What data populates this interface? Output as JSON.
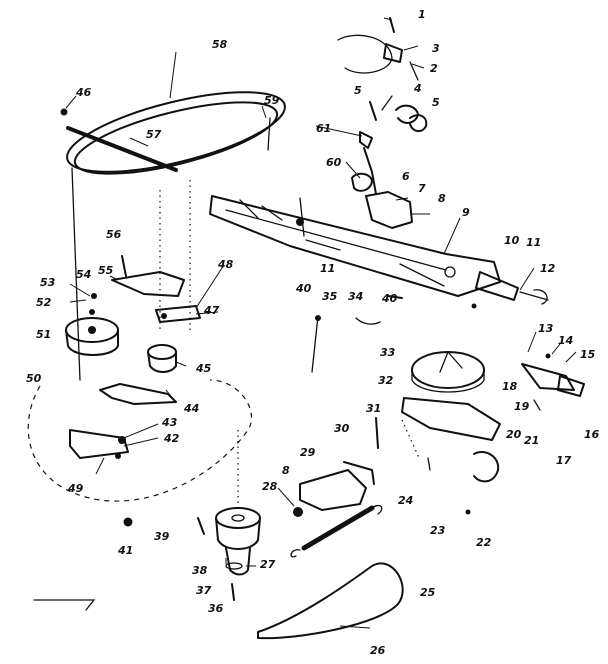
{
  "labels": {
    "l1": "1",
    "l2": "2",
    "l3": "3",
    "l4": "4",
    "l5a": "5",
    "l5b": "5",
    "l6": "6",
    "l7": "7",
    "l8a": "8",
    "l8b": "8",
    "l9": "9",
    "l10": "10",
    "l11a": "11",
    "l11b": "11",
    "l12": "12",
    "l13": "13",
    "l14": "14",
    "l15": "15",
    "l16": "16",
    "l17": "17",
    "l18": "18",
    "l19": "19",
    "l20": "20",
    "l21": "21",
    "l22": "22",
    "l23": "23",
    "l24": "24",
    "l25": "25",
    "l26": "26",
    "l27": "27",
    "l28": "28",
    "l29": "29",
    "l30": "30",
    "l31": "31",
    "l32": "32",
    "l33": "33",
    "l34": "34",
    "l35": "35",
    "l36": "36",
    "l37": "37",
    "l38": "38",
    "l39": "39",
    "l40a": "40",
    "l40b": "40",
    "l41": "41",
    "l42": "42",
    "l43": "43",
    "l44": "44",
    "l45": "45",
    "l46": "46",
    "l47": "47",
    "l48": "48",
    "l49": "49",
    "l50": "50",
    "l51": "51",
    "l52": "52",
    "l53": "53",
    "l54": "54",
    "l55": "55",
    "l56": "56",
    "l57": "57",
    "l58": "58",
    "l59": "59",
    "l60": "60",
    "l61": "61"
  }
}
